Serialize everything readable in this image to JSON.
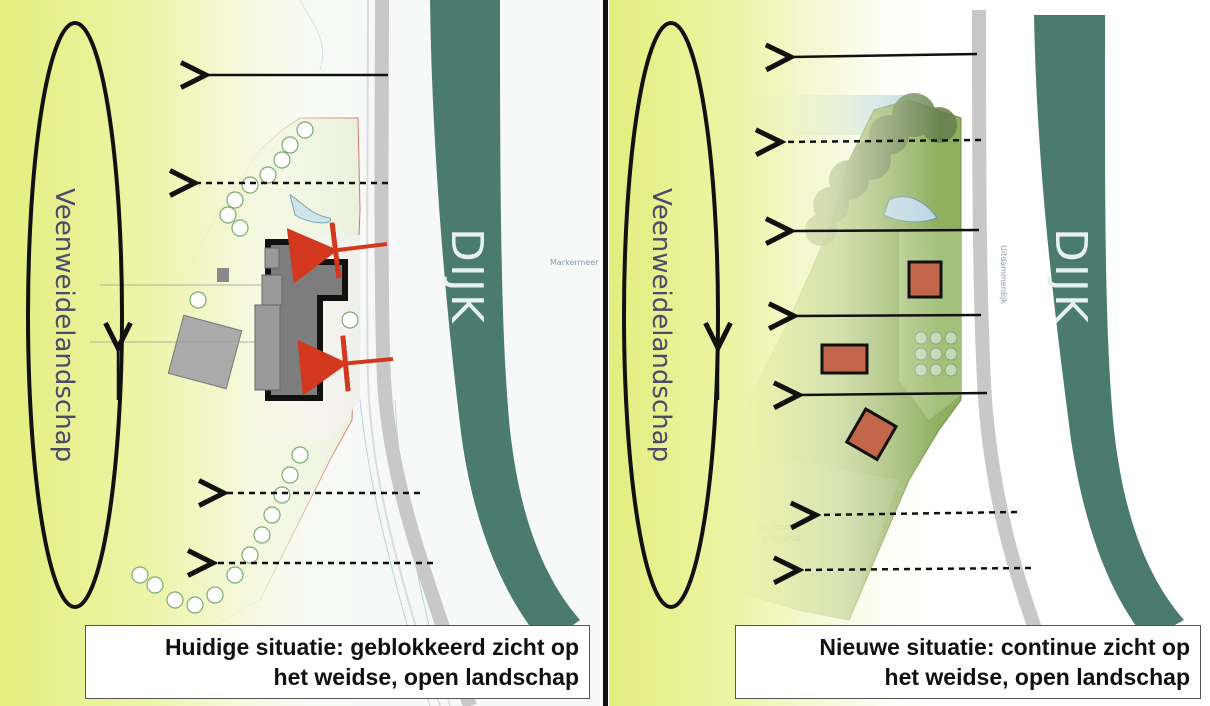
{
  "left": {
    "landscape_label": "Veenweidelandschap",
    "dike_label": "DIJK",
    "map_label_water": "Markermeer",
    "caption_line1": "Huidige situatie: geblokkeerd zicht op",
    "caption_line2": "het weidse, open landschap"
  },
  "right": {
    "landscape_label": "Veenweidelandschap",
    "dike_label": "DIJK",
    "map_label_road": "Uitdammerdijk",
    "map_label_meadow_1": "bloemrijk",
    "map_label_meadow_2": "grasland",
    "caption_line1": "Nieuwe situatie: continue zicht op",
    "caption_line2": "het weidse, open landschap"
  },
  "colors": {
    "dike": "#4a7b6e",
    "landscape_glow": "#e7ef8a",
    "arrow_block": "#d2381e",
    "building": "#222222",
    "roof_new": "#c2664a"
  },
  "icons": [
    "view-arrow-icon",
    "blocked-view-arrow-icon",
    "tree-icon",
    "building-icon"
  ]
}
